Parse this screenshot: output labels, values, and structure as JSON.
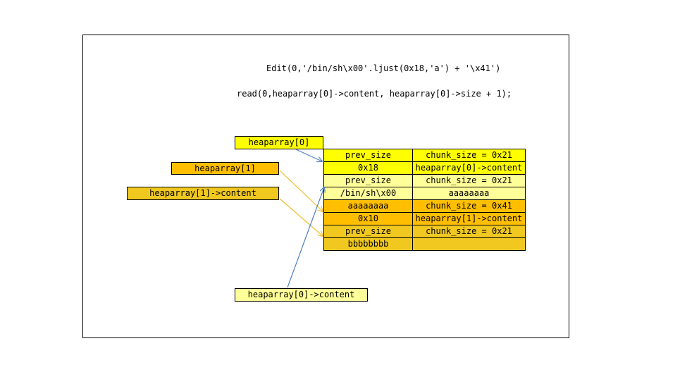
{
  "code": {
    "line1": "Edit(0,'/bin/sh\\x00'.ljust(0x18,'a') + '\\x41')",
    "line2": "read(0,heaparray[0]->content, heaparray[0]->size + 1);"
  },
  "labels": {
    "heaparray0": "heaparray[0]",
    "heaparray1": "heaparray[1]",
    "heaparray1_content": "heaparray[1]->content",
    "heaparray0_content": "heaparray[0]->content"
  },
  "colors": {
    "yellow": "#ffff00",
    "light_yellow": "#ffff99",
    "orange": "#ffbf00",
    "gold": "#f0c820",
    "arrow_blue": "#4f7fc0",
    "arrow_gold": "#f0c030"
  },
  "memory": {
    "rows": [
      {
        "left": "prev_size",
        "right": "chunk_size = 0x21",
        "color": "yellow"
      },
      {
        "left": "0x18",
        "right": "heaparray[0]->content",
        "color": "yellow"
      },
      {
        "left": "prev_size",
        "right": "chunk_size = 0x21",
        "color": "light_yellow"
      },
      {
        "left": "/bin/sh\\x00",
        "right": "aaaaaaaa",
        "color": "light_yellow"
      },
      {
        "left": "aaaaaaaa",
        "right": "chunk_size = 0x41",
        "color": "orange"
      },
      {
        "left": "0x10",
        "right": "heaparray[1]->content",
        "color": "orange"
      },
      {
        "left": "prev_size",
        "right": "chunk_size = 0x21",
        "color": "gold"
      },
      {
        "left": "bbbbbbbb",
        "right": "",
        "color": "gold"
      }
    ]
  }
}
